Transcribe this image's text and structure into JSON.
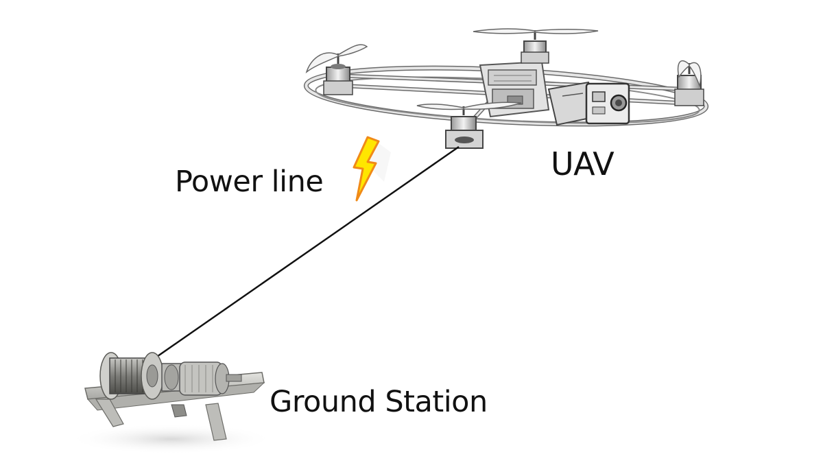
{
  "labels": {
    "uav": "UAV",
    "power_line": "Power line",
    "ground_station": "Ground Station"
  },
  "colors": {
    "background": "#ffffff",
    "tether": "#111111",
    "bolt_fill": "#ffe600",
    "bolt_outline": "#f08a18",
    "frame": "#d9d9d9",
    "frame_outline": "#6a6a6a",
    "winch_body": "#b8b8b2"
  },
  "icons": {
    "aircraft": "quadcopter-drone-icon",
    "power": "lightning-bolt-icon",
    "ground": "tether-winch-icon"
  }
}
